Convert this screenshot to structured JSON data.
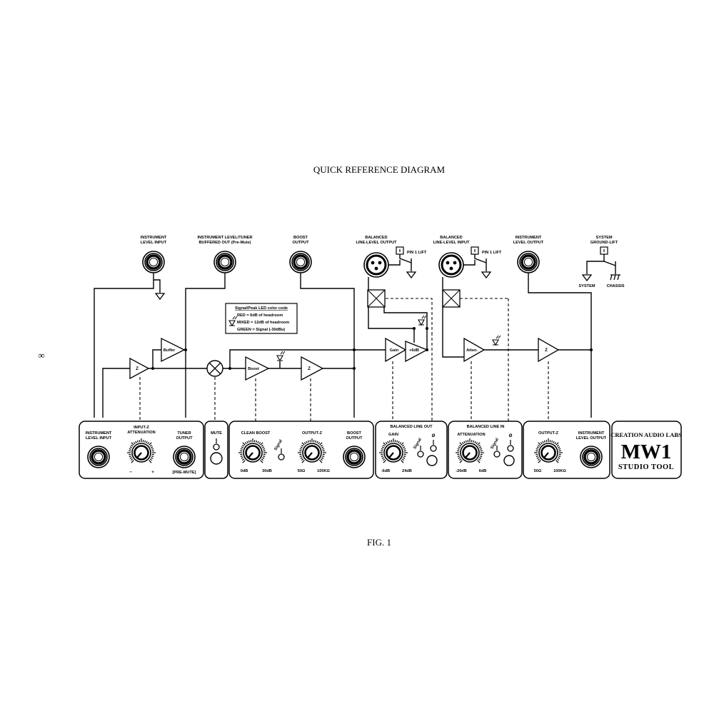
{
  "title": "QUICK REFERENCE DIAGRAM",
  "figure_label": "FIG. 1",
  "side_mark": "∞",
  "top_jacks": [
    {
      "line1": "INSTRUMENT",
      "line2": "LEVEL INPUT"
    },
    {
      "line1": "INSTRUMENT LEVEL/TUNER",
      "line2": "BUFFERED OUT (Pre-Mute)"
    },
    {
      "line1": "BOOST",
      "line2": "OUTPUT"
    },
    {
      "line1": "INSTRUMENT",
      "line2": "LEVEL OUTPUT"
    }
  ],
  "xlr": [
    {
      "line1": "BALANCED",
      "line2": "LINE-LEVEL OUTPUT"
    },
    {
      "line1": "BALANCED",
      "line2": "LINE-LEVEL INPUT"
    }
  ],
  "pin1_lift": "PIN 1 LIFT",
  "ground_lift": {
    "line1": "SYSTEM",
    "line2": "GROUND-LIFT",
    "system": "SYSTEM",
    "chassis": "CHASSIS"
  },
  "led_legend": {
    "header": "Signal/Peak LED color code",
    "red": "RED = 6dB of headroom",
    "mixed": "MIXED = 12dB of headroom",
    "green": "GREEN = Signal (-30dBu)"
  },
  "amps": {
    "z": "Z",
    "buffer": "Buffer",
    "boost": "Boost",
    "gain": "Gain",
    "plus6": "+6dB",
    "atten": "Atten."
  },
  "panel": {
    "p1": {
      "inst_l1": "INSTRUMENT",
      "inst_l2": "LEVEL INPUT",
      "knob_l1": "INPUT-Z",
      "knob_l2": "ATTENUATION",
      "minus": "−",
      "plus": "+",
      "tuner_l1": "TUNER",
      "tuner_l2": "OUTPUT",
      "premute": "[PRE-MUTE]"
    },
    "p2": {
      "mute": "MUTE"
    },
    "p3": {
      "clean_boost": "CLEAN BOOST",
      "signal": "Signal",
      "cb_min": "0dB",
      "cb_max": "30dB",
      "outz": "OUTPUT-Z",
      "oz_min": "50Ω",
      "oz_max": "100KΩ",
      "boost_l1": "BOOST",
      "boost_l2": "OUTPUT"
    },
    "p4": {
      "header": "BALANCED LINE OUT",
      "gain": "GAIN",
      "signal": "Signal",
      "phase": "Ø",
      "min": "-6dB",
      "max": "24dB"
    },
    "p5": {
      "header": "BALANCED LINE IN",
      "atten": "ATTENUATION",
      "signal": "Signal",
      "phase": "Ø",
      "min": "-20dB",
      "max": "6dB"
    },
    "p6": {
      "outz": "OUTPUT-Z",
      "min": "50Ω",
      "max": "100KΩ",
      "inst_l1": "INSTRUMENT",
      "inst_l2": "LEVEL OUTPUT"
    }
  },
  "brand": {
    "line1": "CREATION AUDIO LABS",
    "line2": "MW1",
    "line3": "STUDIO TOOL"
  }
}
